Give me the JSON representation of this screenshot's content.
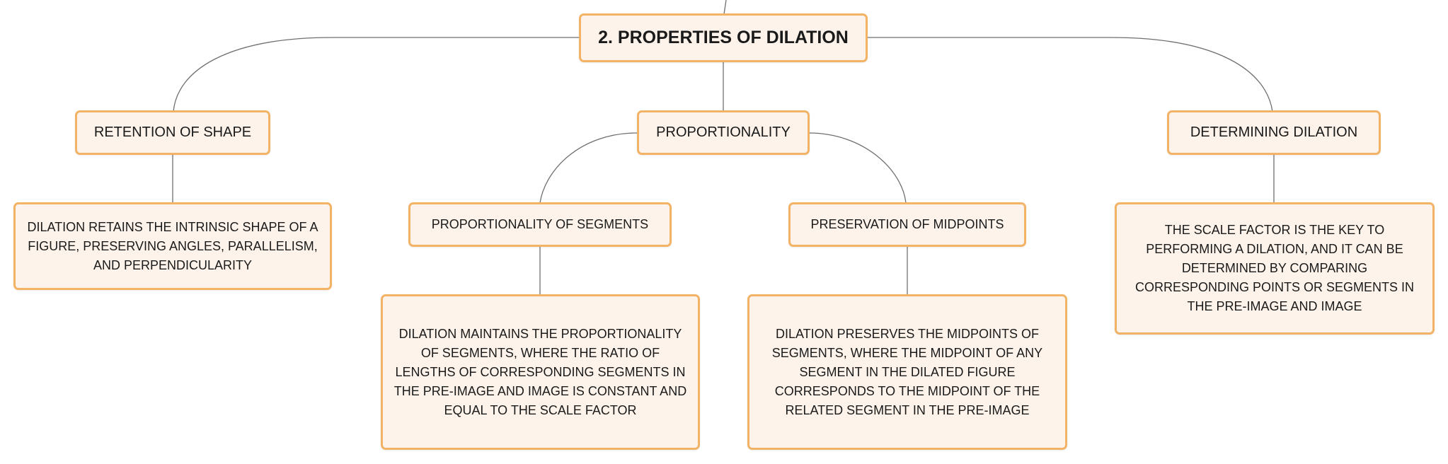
{
  "root": {
    "label": "2. PROPERTIES OF DILATION"
  },
  "branches": {
    "retention": {
      "label": "RETENTION OF SHAPE",
      "detail": "DILATION RETAINS THE INTRINSIC SHAPE OF A FIGURE, PRESERVING ANGLES, PARALLELISM, AND PERPENDICULARITY"
    },
    "proportionality": {
      "label": "PROPORTIONALITY",
      "segments": {
        "label": "PROPORTIONALITY OF SEGMENTS",
        "detail": "DILATION MAINTAINS THE PROPORTIONALITY OF SEGMENTS, WHERE THE RATIO OF LENGTHS OF CORRESPONDING SEGMENTS IN THE PRE-IMAGE AND IMAGE IS CONSTANT AND EQUAL TO THE SCALE FACTOR"
      },
      "midpoints": {
        "label": "PRESERVATION OF MIDPOINTS",
        "detail": "DILATION PRESERVES THE MIDPOINTS OF SEGMENTS, WHERE THE MIDPOINT OF ANY SEGMENT IN THE DILATED FIGURE CORRESPONDS TO THE MIDPOINT OF THE RELATED SEGMENT IN THE PRE-IMAGE"
      }
    },
    "determining": {
      "label": "DETERMINING DILATION",
      "detail": "THE SCALE FACTOR IS THE KEY TO PERFORMING A DILATION, AND IT CAN BE DETERMINED BY COMPARING CORRESPONDING POINTS OR SEGMENTS IN THE PRE-IMAGE AND IMAGE"
    }
  },
  "colors": {
    "node_fill": "#fdf3ea",
    "node_border": "#f2b366",
    "connector": "#6f6f6f"
  }
}
